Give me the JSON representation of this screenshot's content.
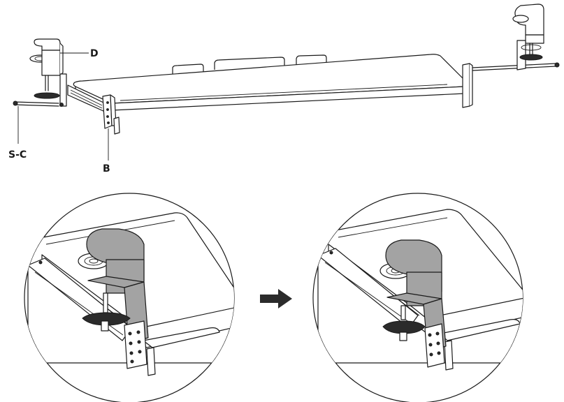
{
  "labels": {
    "clamp_top": "D",
    "screw_clamp": "S-C",
    "bracket": "B"
  },
  "colors": {
    "line": "#1a1a1a",
    "clamp_fill": "#a3a3a3",
    "arrow": "#2b2b2b"
  },
  "icons": {
    "step_arrow": "right-arrow-icon"
  }
}
